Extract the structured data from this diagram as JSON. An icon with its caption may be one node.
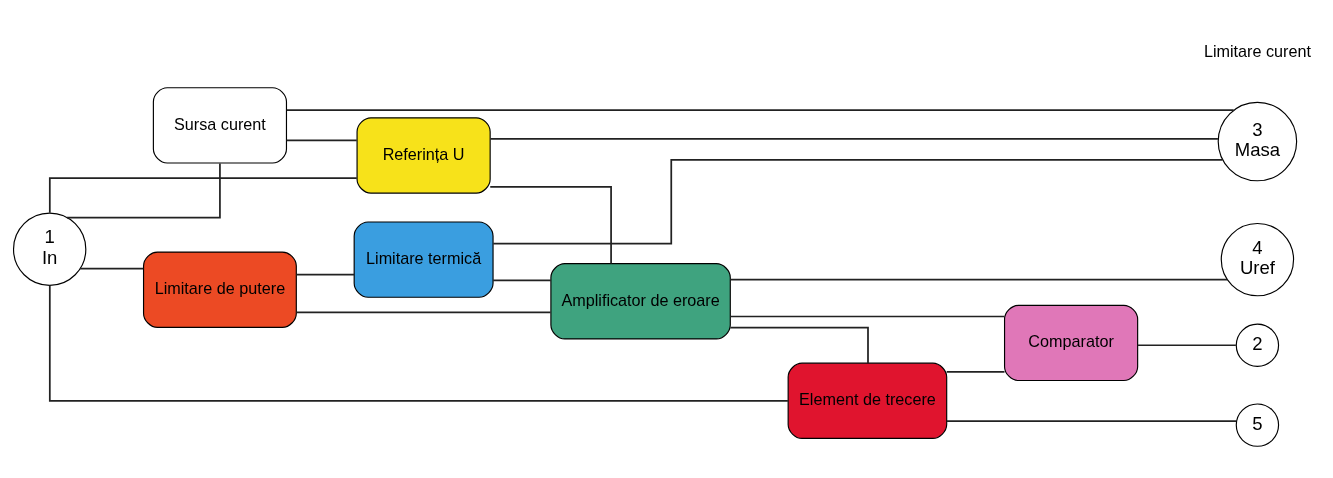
{
  "diagram": {
    "nodes": [
      {
        "text": [
          "1",
          "In"
        ]
      },
      {
        "text": [
          "Sursa curent"
        ]
      },
      {
        "text": [
          "Referința U"
        ]
      },
      {
        "text": [
          "Amplificator de eroare"
        ]
      },
      {
        "text": [
          "Limitare de putere"
        ]
      },
      {
        "text": [
          "Element de trecere"
        ]
      },
      {
        "text": [
          "Limitare termică"
        ]
      },
      {
        "text": [
          "Comparator"
        ]
      },
      {
        "text": [
          "5"
        ]
      },
      {
        "text": [
          "2"
        ]
      },
      {
        "text": [
          "4",
          "Uref"
        ]
      },
      {
        "text": [
          "3",
          "Masa"
        ]
      }
    ],
    "edges": [
      {
        "from": 0,
        "to": 1,
        "arrow": "none"
      },
      {
        "from": 0,
        "to": 2,
        "arrow": "none"
      },
      {
        "from": 0,
        "to": 4,
        "arrow": "none"
      },
      {
        "from": 0,
        "to": 5,
        "arrow": "none"
      },
      {
        "from": 1,
        "to": 2,
        "arrow": "none"
      },
      {
        "from": 2,
        "to": 3,
        "arrow": "none"
      },
      {
        "from": 3,
        "to": 7,
        "arrow": "none"
      },
      {
        "from": 3,
        "to": 5,
        "arrow": "none"
      },
      {
        "from": 4,
        "to": 3,
        "arrow": "none"
      },
      {
        "from": 4,
        "to": 6,
        "arrow": "none"
      },
      {
        "from": 6,
        "to": 3,
        "arrow": "none"
      },
      {
        "from": 5,
        "to": 8,
        "arrow": "none"
      },
      {
        "from": 5,
        "to": 7,
        "arrow": "none"
      },
      {
        "from": 7,
        "to": 9,
        "arrow": "none"
      },
      {
        "from": 3,
        "to": 10,
        "arrow": "none"
      },
      {
        "from": 1,
        "to": 11,
        "arrow": "none"
      },
      {
        "from": 2,
        "to": 11,
        "arrow": "none"
      },
      {
        "from": 6,
        "to": 11,
        "arrow": "none"
      }
    ],
    "labels": [
      "Limitare curent"
    ]
  }
}
